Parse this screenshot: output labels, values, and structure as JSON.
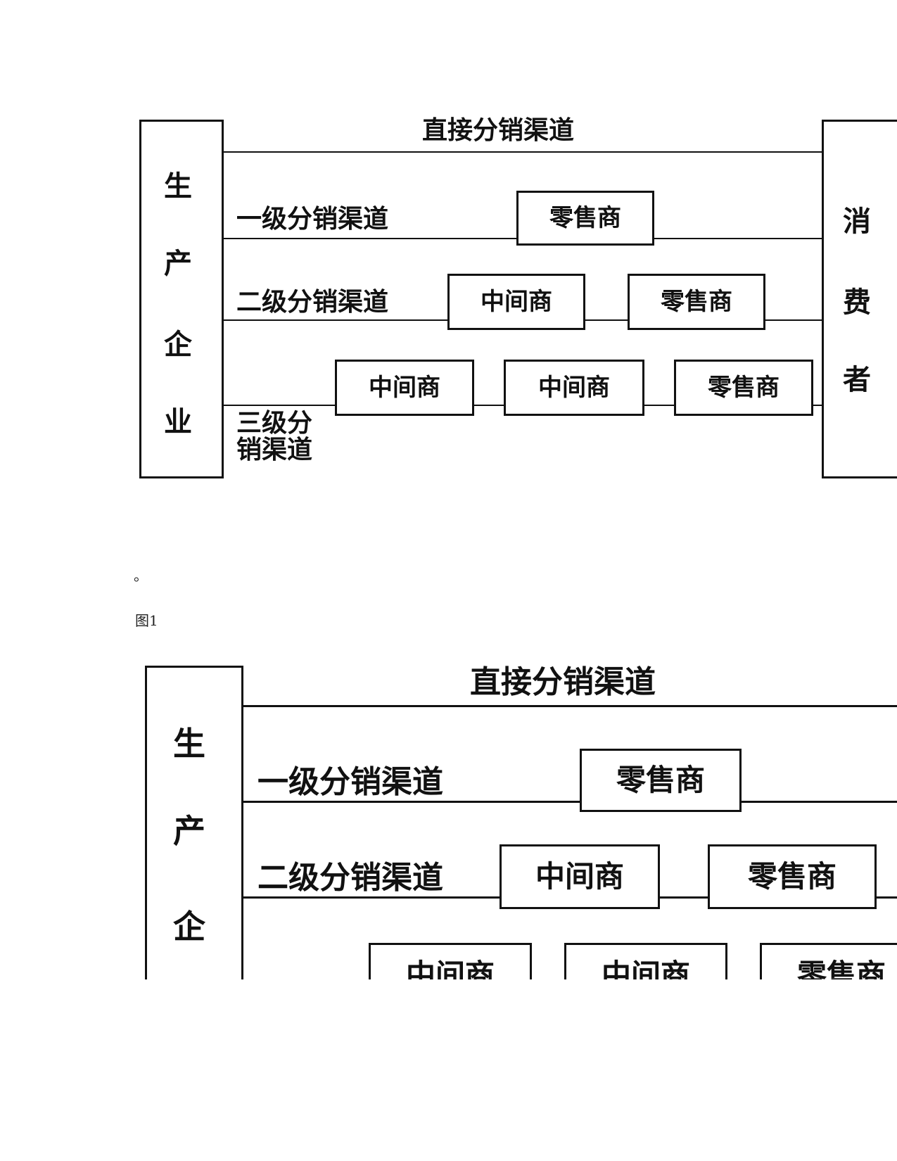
{
  "diagrams": [
    {
      "producer_chars": [
        "生",
        "产",
        "企",
        "业"
      ],
      "consumer_chars": [
        "消",
        "费",
        "者"
      ],
      "direct_channel_label": "直接分销渠道",
      "level1_label": "一级分销渠道",
      "level2_label": "二级分销渠道",
      "level3_label_line1": "三级分",
      "level3_label_line2": "销渠道",
      "level1_nodes": [
        "零售商"
      ],
      "level2_nodes": [
        "中间商",
        "零售商"
      ],
      "level3_nodes": [
        "中间商",
        "中间商",
        "零售商"
      ]
    },
    {
      "producer_chars": [
        "生",
        "产",
        "企"
      ],
      "direct_channel_label": "直接分销渠道",
      "level1_label": "一级分销渠道",
      "level2_label": "二级分销渠道",
      "level1_nodes": [
        "零售商"
      ],
      "level2_nodes": [
        "中间商",
        "零售商"
      ],
      "level3_nodes": [
        "中间商",
        "中间商",
        "零售商"
      ]
    }
  ],
  "separator_mark": "。",
  "figure_caption": "图1"
}
